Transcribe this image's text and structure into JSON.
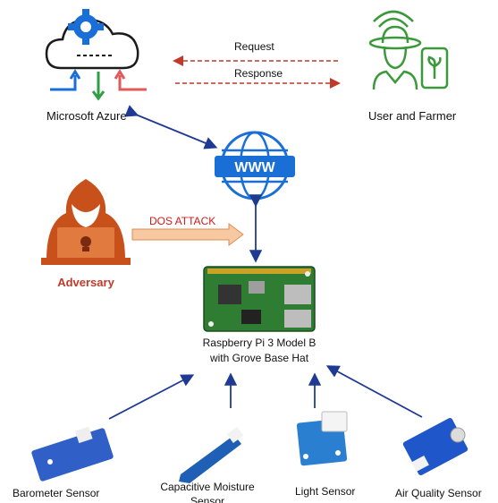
{
  "nodes": {
    "azure": {
      "label": "Microsoft Azure"
    },
    "user": {
      "label": "User and Farmer"
    },
    "adversary": {
      "label": "Adversary"
    },
    "www": {
      "icon_text": "WWW"
    },
    "pi": {
      "label_line1": "Raspberry Pi 3 Model B",
      "label_line2": "with Grove Base Hat"
    },
    "sensors": [
      {
        "label": "Barometer Sensor"
      },
      {
        "label": "Capacitive Moisture Sensor"
      },
      {
        "label": "Light Sensor"
      },
      {
        "label": "Air Quality Sensor"
      }
    ]
  },
  "edges": {
    "request": "Request",
    "response": "Response",
    "dos_attack": "DOS ATTACK"
  },
  "colors": {
    "arrow_blue": "#1f3a93",
    "dashed_red": "#c0392b",
    "icon_blue": "#1a6fd6",
    "farmer_green": "#3a9a3a",
    "adversary_orange": "#c8511b",
    "attack_fill": "#f6c9a3"
  },
  "icons": [
    "cloud-gear-icon",
    "farmer-phone-icon",
    "hacker-icon",
    "www-globe-icon",
    "raspberry-pi-board",
    "barometer-sensor-board",
    "moisture-sensor-board",
    "light-sensor-board",
    "air-quality-sensor-board"
  ]
}
